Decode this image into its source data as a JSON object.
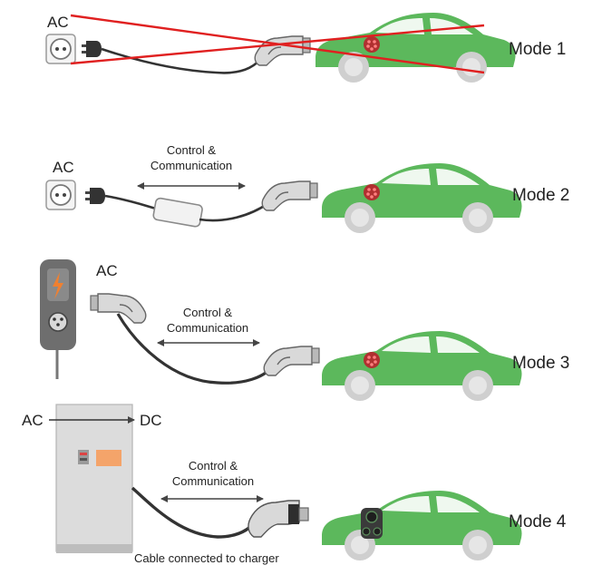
{
  "modes": [
    {
      "label": "Mode 1",
      "input": "AC",
      "crossed_out": true
    },
    {
      "label": "Mode 2",
      "input": "AC",
      "link_label_line1": "Control &",
      "link_label_line2": "Communication"
    },
    {
      "label": "Mode 3",
      "input": "AC",
      "link_label_line1": "Control &",
      "link_label_line2": "Communication"
    },
    {
      "label": "Mode 4",
      "input": "AC",
      "output": "DC",
      "link_label_line1": "Control &",
      "link_label_line2": "Communication",
      "cable_note": "Cable connected to charger"
    }
  ],
  "colors": {
    "car_body": "#5cb85c",
    "cross_lines": "#e02020",
    "cable": "#333333",
    "charger_screen": "#f4a46a",
    "wallbox_bolt": "#f08030"
  },
  "icons": [
    "socket-icon",
    "plug-icon",
    "car-icon",
    "ic-cpd-box-icon",
    "wallbox-icon",
    "dc-charger-icon",
    "double-arrow-icon"
  ]
}
